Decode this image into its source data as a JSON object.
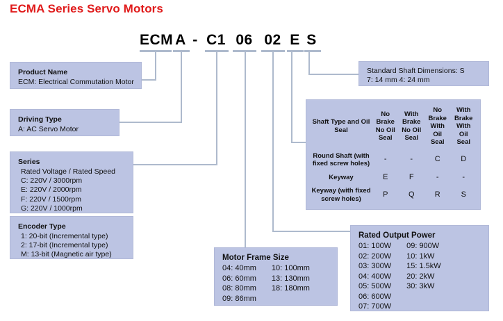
{
  "title": "ECMA Series Servo Motors",
  "model_code": {
    "segments": [
      {
        "text": "ECM",
        "name": "code-segment-ecm"
      },
      {
        "text": "A",
        "name": "code-segment-a"
      },
      {
        "text": "-",
        "name": "code-segment-dash"
      },
      {
        "text": "C1",
        "name": "code-segment-c1"
      },
      {
        "text": "06",
        "name": "code-segment-06"
      },
      {
        "text": "02",
        "name": "code-segment-02"
      },
      {
        "text": "E",
        "name": "code-segment-e"
      },
      {
        "text": "S",
        "name": "code-segment-s"
      }
    ]
  },
  "product_name": {
    "header": "Product Name",
    "line1": "ECM: Electrical Commutation Motor"
  },
  "driving_type": {
    "header": "Driving Type",
    "line1": "A: AC Servo Motor"
  },
  "series": {
    "header": "Series",
    "subtitle": "Rated Voltage / Rated Speed",
    "line1": "C: 220V / 3000rpm",
    "line2": "E: 220V / 2000rpm",
    "line3": "F: 220V / 1500rpm",
    "line4": "G: 220V / 1000rpm"
  },
  "encoder_type": {
    "header": "Encoder Type",
    "line1": "1: 20-bit (Incremental type)",
    "line2": "2: 17-bit (Incremental type)",
    "line3": "M: 13-bit (Magnetic air type)"
  },
  "motor_frame_size": {
    "header": "Motor Frame Size",
    "col1": [
      "04: 40mm",
      "06: 60mm",
      "08: 80mm",
      "09: 86mm"
    ],
    "col2": [
      "10: 100mm",
      "13: 130mm",
      "18: 180mm"
    ]
  },
  "rated_output_power": {
    "header": "Rated Output Power",
    "col1": [
      "01: 100W",
      "02: 200W",
      "03: 300W",
      "04: 400W",
      "05: 500W",
      "06: 600W",
      "07: 700W"
    ],
    "col2": [
      "09: 900W",
      "10: 1kW",
      "15: 1.5kW",
      "20: 2kW",
      "30: 3kW"
    ]
  },
  "standard_shaft": {
    "line1": "Standard Shaft Dimensions: S",
    "line2": "7: 14 mm    4: 24 mm"
  },
  "shaft_table": {
    "corner_header": "Shaft Type and Oil Seal",
    "columns": [
      "No Brake No Oil Seal",
      "With Brake No Oil Seal",
      "No Brake With Oil Seal",
      "With Brake With Oil Seal"
    ],
    "rows": [
      {
        "label": "Round Shaft (with fixed screw holes)",
        "values": [
          "-",
          "-",
          "C",
          "D"
        ]
      },
      {
        "label": "Keyway",
        "values": [
          "E",
          "F",
          "-",
          "-"
        ]
      },
      {
        "label": "Keyway (with fixed screw holes)",
        "values": [
          "P",
          "Q",
          "R",
          "S"
        ]
      }
    ]
  },
  "colors": {
    "title_red": "#e01b1b",
    "box_fill": "#bcc4e3",
    "leader_line": "#aebacd"
  }
}
